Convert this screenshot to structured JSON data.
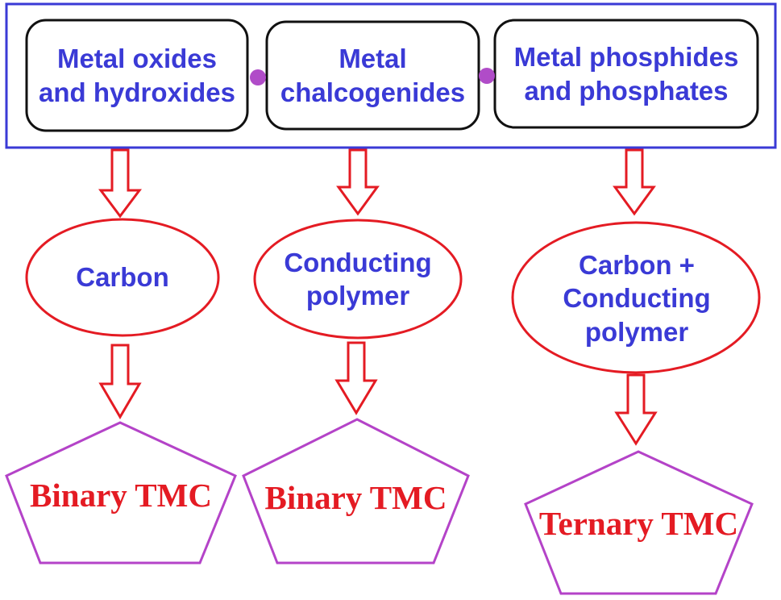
{
  "materials": [
    {
      "line1": "Metal oxides",
      "line2": "and hydroxides"
    },
    {
      "line1": "Metal",
      "line2": "chalcogenides"
    },
    {
      "line1": "Metal phosphides",
      "line2": "and phosphates"
    }
  ],
  "additives": [
    {
      "line1": "Carbon",
      "line2": ""
    },
    {
      "line1": "Conducting",
      "line2": "polymer"
    },
    {
      "line1": "Carbon  +",
      "line2": "Conducting",
      "line3": "polymer"
    }
  ],
  "composites": [
    {
      "label": "Binary TMC"
    },
    {
      "label": "Binary TMC"
    },
    {
      "label": "Ternary TMC"
    }
  ],
  "colors": {
    "frame": "#3a3ad6",
    "box_border": "#111111",
    "text_blue": "#3a3ad6",
    "ellipse": "#e41b23",
    "arrow": "#e41b23",
    "pentagon": "#b443c8",
    "text_red": "#e41b23",
    "dot": "#b04cc8"
  }
}
